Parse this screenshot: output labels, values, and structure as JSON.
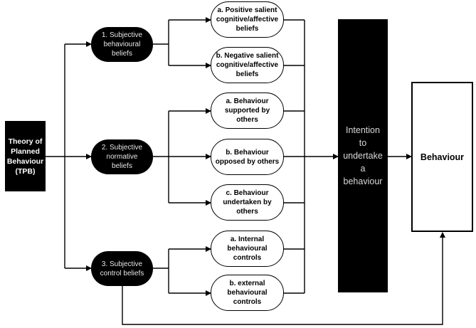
{
  "tpb": "Theory of\nPlanned\nBehaviour\n(TPB)",
  "beliefs": [
    {
      "label": "1. Subjective\nbehavioural\nbeliefs",
      "items": [
        "a. Positive salient\ncognitive/affective\nbeliefs",
        "b. Negative salient\ncognitive/affective\nbeliefs"
      ]
    },
    {
      "label": "2. Subjective\nnormative\nbeliefs",
      "items": [
        "a. Behaviour\nsupported by\nothers",
        "b. Behaviour\nopposed by others",
        "c. Behaviour\nundertaken by\nothers"
      ]
    },
    {
      "label": "3. Subjective\ncontrol beliefs",
      "items": [
        "a. Internal\nbehavioural\ncontrols",
        "b. external\nbehavioural\ncontrols"
      ]
    }
  ],
  "intention": "Intention\nto\nundertake\na\nbehaviour",
  "behaviour": "Behaviour"
}
